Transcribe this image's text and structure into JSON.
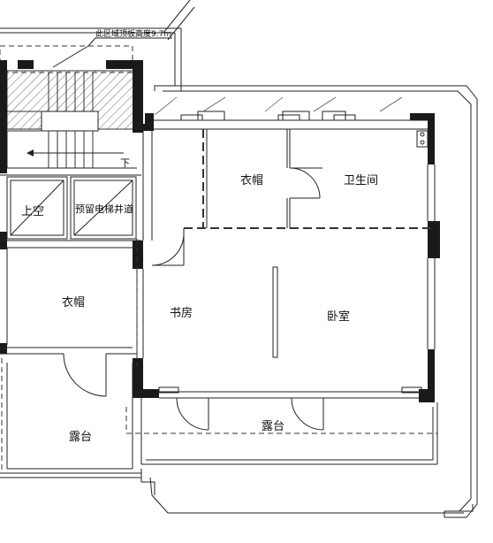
{
  "plan": {
    "note": "此区域顶板高度9.7m",
    "stair_down": "下",
    "rooms": {
      "void": "上空",
      "elevator": "预留电梯井道",
      "closet_top": "衣帽",
      "bathroom": "卫生间",
      "closet_left": "衣帽",
      "study": "书房",
      "bedroom": "卧室",
      "terrace_left": "露台",
      "terrace_bottom": "露台"
    }
  }
}
